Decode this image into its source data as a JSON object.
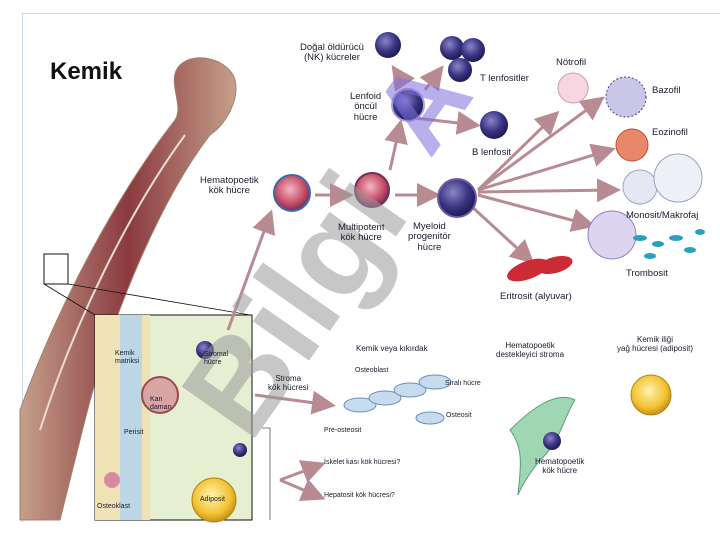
{
  "title": "Kemik",
  "labels": {
    "nk": "Doğal öldürücü\n(NK) kücreler",
    "tlenf": "T lenfositler",
    "lenfoid": "Lenfoid\nöncül\nhücre",
    "blenf": "B lenfosit",
    "notrofil": "Nötrofil",
    "bazofil": "Bazofil",
    "eozinofil": "Eozinofil",
    "hematopoetik": "Hematopoetik\nkök hücre",
    "multipotent": "Multipotent\nkök hücre",
    "myeloid": "Myeloid\nprogenitör\nhücre",
    "monosit": "Monosit/Makrofaj",
    "trombosit": "Trombosit",
    "eritrosit": "Eritrosit (alyuvar)",
    "kemik_matriksi": "Kemik\nmatriksi",
    "stromal": "Stromal\nhücre",
    "kan_damari": "Kan\ndamarı",
    "perisit": "Perisit",
    "osteoklast": "Osteoklast",
    "adiposit": "Adiposit",
    "stroma_kok": "Stroma\nkök hücresi",
    "kemik_kikirdak": "Kemik veya kıkırdak",
    "osteoblast": "Osteoblast",
    "sirali": "Sıralı hücre",
    "osteosit": "Osteosit",
    "preosteosit": "Pre-osteosit",
    "destekleyici": "Hematopoetik\ndestekleyici stroma",
    "kemik_iligi": "Kemik iliği\nyağ hücresi (adiposit)",
    "hemato_kok2": "Hematopoetik\nkök hücre",
    "iskelet": "İskelet kası kök hücresi?",
    "hepatosit": "Hepatosit kök hücresi?"
  },
  "colors": {
    "bone": "#9c7a6a",
    "marrow": "#8a2d3a",
    "arrow": "#b88a92",
    "cell_dark": "#2f2a6b",
    "cell_red": "#b43a3a",
    "watermark": "#7f6fe0"
  }
}
